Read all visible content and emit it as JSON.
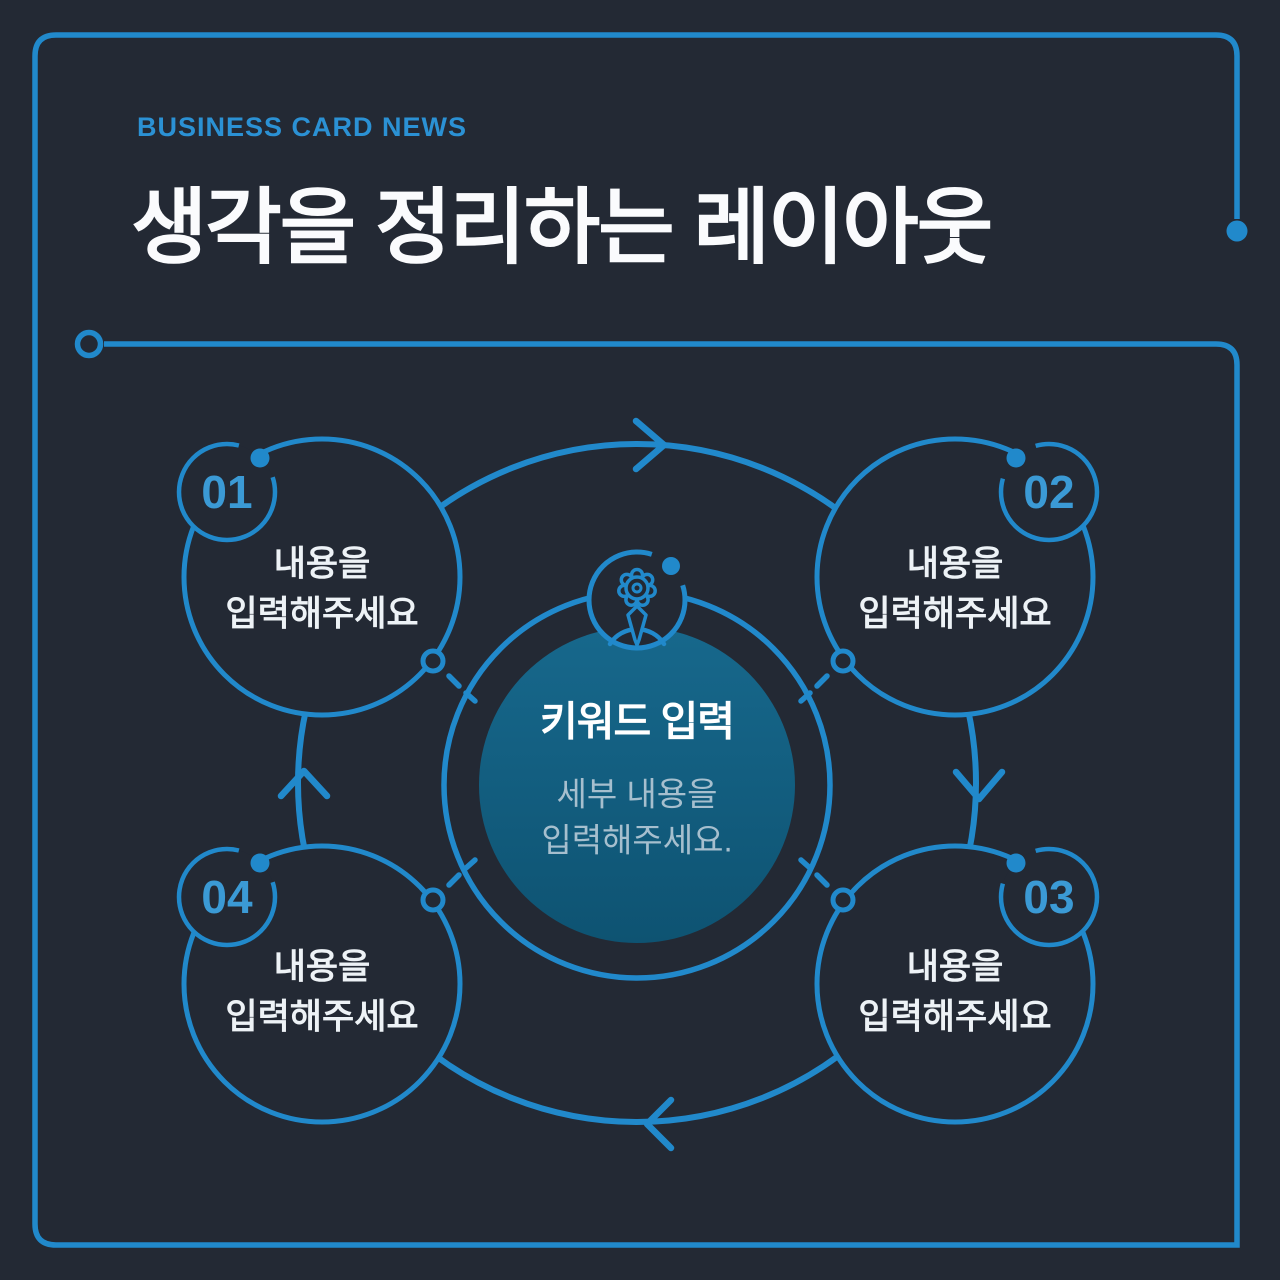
{
  "header": {
    "eyebrow": "BUSINESS CARD NEWS",
    "title": "생각을 정리하는 레이아웃"
  },
  "diagram": {
    "center": {
      "title": "키워드 입력",
      "subtitle_line1": "세부 내용을",
      "subtitle_line2": "입력해주세요.",
      "icon": "user-gear-icon"
    },
    "steps": [
      {
        "number": "01",
        "line1": "내용을",
        "line2": "입력해주세요"
      },
      {
        "number": "02",
        "line1": "내용을",
        "line2": "입력해주세요"
      },
      {
        "number": "03",
        "line1": "내용을",
        "line2": "입력해주세요"
      },
      {
        "number": "04",
        "line1": "내용을",
        "line2": "입력해주세요"
      }
    ],
    "flow": "clockwise"
  },
  "colors": {
    "background": "#232934",
    "accent": "#2189cb",
    "accent_bright": "#3b9ad5",
    "eyebrow": "#2b91d4",
    "title": "#fafbfd",
    "step_text": "#edf2f6",
    "center_title": "#ffffff",
    "center_sub": "#a6bfce",
    "center_fill_top": "#17688c",
    "center_fill_bottom": "#0e5372"
  }
}
